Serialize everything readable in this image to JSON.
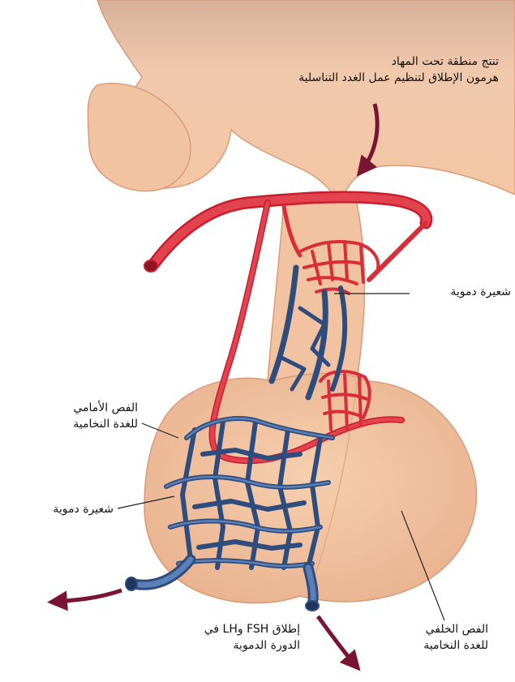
{
  "labels": {
    "hypothalamus_line1": "تنتج منطقة تحت المهاد",
    "hypothalamus_line2": "هرمون الإطلاق لتنظيم عمل الغدد التناسلية",
    "capillary_upper": "شعيرة دموية",
    "anterior_line1": "الفص الأمامي",
    "anterior_line2": "للغدة النخامية",
    "capillary_lower": "شعيرة دموية",
    "release_line1": "إطلاق FSH وLH في",
    "release_line2": "الدورة الدموية",
    "posterior_line1": "الفص الخلفي",
    "posterior_line2": "للغدة النخامية"
  },
  "colors": {
    "tissue": "#f4c6a3",
    "tissue_edge": "#d99b78",
    "artery": "#d92d3a",
    "vein": "#3e5f95",
    "arrow": "#7a1433"
  }
}
